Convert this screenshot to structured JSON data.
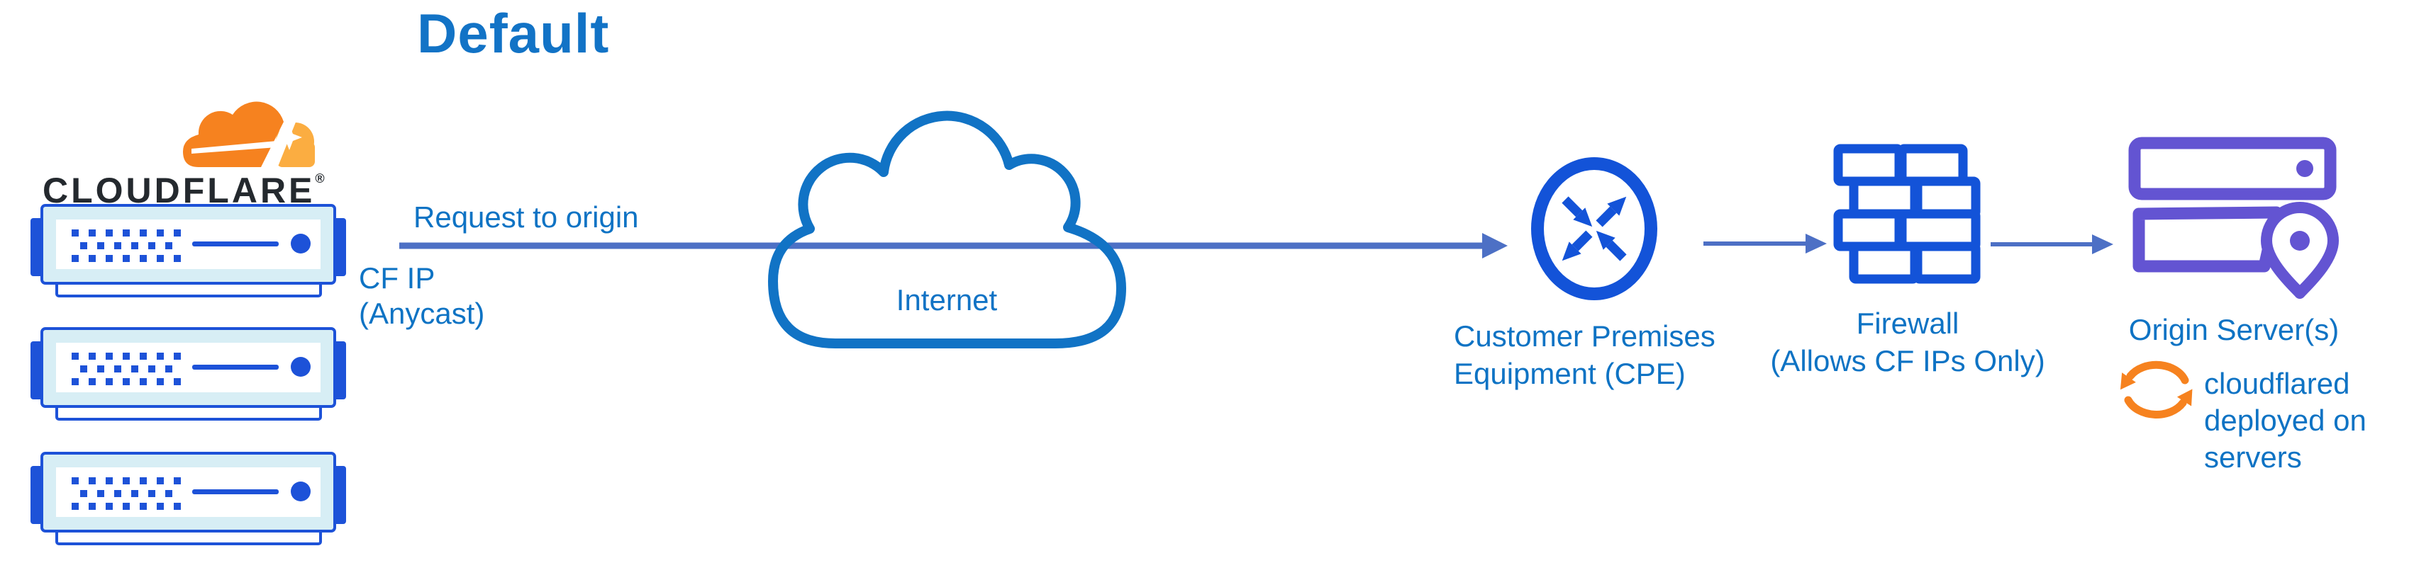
{
  "title": "Default",
  "brand": {
    "wordmark": "CLOUDFLARE",
    "registered": "®"
  },
  "labels": {
    "request": "Request to origin",
    "cf_ip": "CF IP (Anycast)",
    "internet": "Internet",
    "cpe": "Customer Premises Equipment (CPE)",
    "firewall": "Firewall",
    "firewall_sub": "(Allows CF IPs Only)",
    "origin": "Origin Server(s)",
    "origin_note": "cloudflared deployed on servers"
  },
  "icons": [
    "cloudflare-logo-icon",
    "edge-server-icon",
    "internet-cloud-icon",
    "cpe-router-icon",
    "firewall-icon",
    "origin-server-icon",
    "location-pin-icon",
    "sync-icon",
    "arrow-right-icon"
  ],
  "colors": {
    "label_blue": "#0e73c4",
    "title_blue": "#1273c6",
    "arrow_blue": "#4d70c5",
    "icon_blue": "#1353d8",
    "server_blue": "#1d52d8",
    "server_fill": "#d7eef5",
    "cloud_stroke": "#1173c5",
    "origin_purple": "#6354d2",
    "cf_orange": "#f6821f",
    "cf_orange_light": "#fbad41",
    "wordmark_black": "#24292e"
  }
}
